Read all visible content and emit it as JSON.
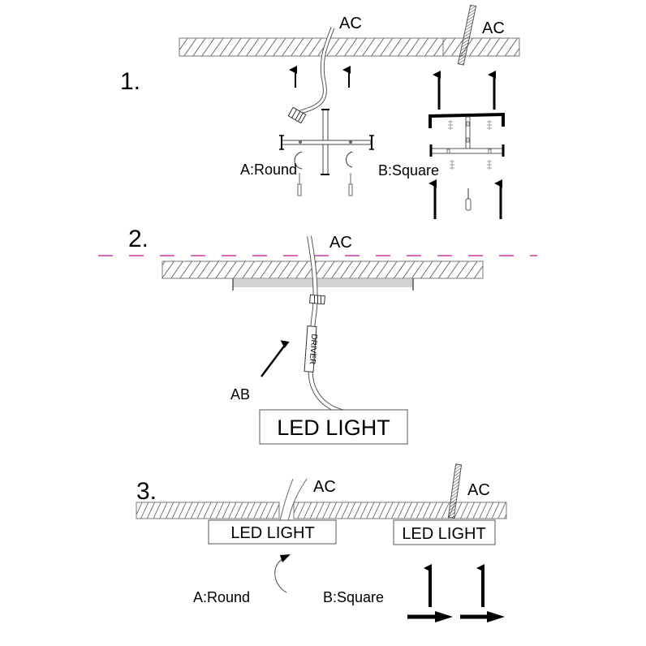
{
  "diagram": {
    "title": "Ceiling LED light installation steps",
    "colors": {
      "ink": "#000000",
      "outline": "#555555",
      "hatch": "#222222",
      "guide_line": "#c0148c"
    },
    "steps": [
      {
        "number": "1.",
        "ac_label_left": "AC",
        "ac_label_right": "AC",
        "option_a_label": "A:Round",
        "option_b_label": "B:Square"
      },
      {
        "number": "2.",
        "ac_label": "AC",
        "driver_label": "DRIVER",
        "arrow_label": "AB",
        "led_label": "LED LIGHT"
      },
      {
        "number": "3.",
        "ac_label_left": "AC",
        "ac_label_right": "AC",
        "led_label_left": "LED LIGHT",
        "led_label_right": "LED LIGHT",
        "option_a_label": "A:Round",
        "option_b_label": "B:Square"
      }
    ]
  }
}
